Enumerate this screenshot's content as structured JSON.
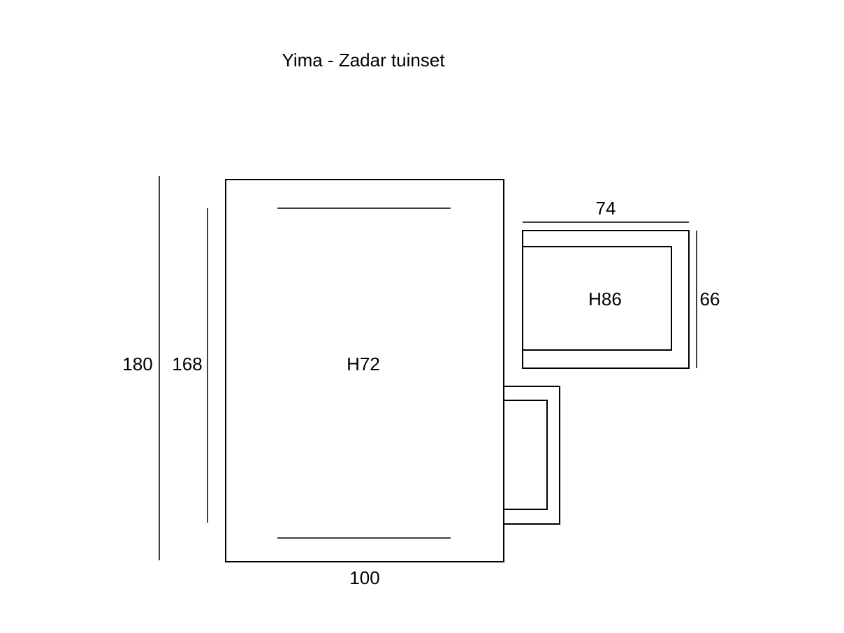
{
  "title": "Yima - Zadar tuinset",
  "table": {
    "height_label": "H72",
    "width_label": "100",
    "outer_length_label": "180",
    "inner_length_label": "168"
  },
  "chair": {
    "height_label": "H86",
    "width_label": "74",
    "depth_label": "66"
  },
  "colors": {
    "line": "#000000",
    "background": "#ffffff"
  }
}
